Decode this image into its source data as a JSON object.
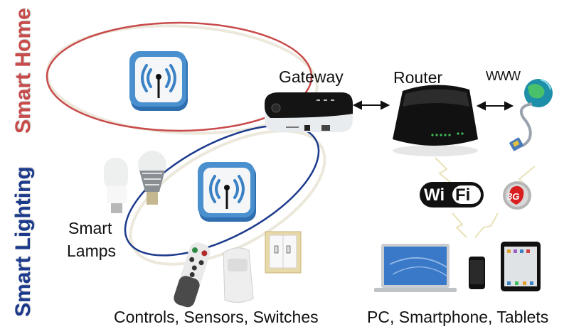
{
  "sections": {
    "smart_home": {
      "label": "Smart Home",
      "color": "#c84b4b"
    },
    "smart_lighting": {
      "label": "Smart Lighting",
      "color": "#1c3a8c"
    }
  },
  "nodes": {
    "gateway": {
      "label": "Gateway"
    },
    "router": {
      "label": "Router"
    },
    "www": {
      "label": "WWW"
    },
    "smart_lamps": {
      "line1": "Smart",
      "line2": "Lamps"
    },
    "controls": {
      "label": "Controls, Sensors, Switches"
    },
    "devices": {
      "label": "PC, Smartphone, Tablets"
    }
  },
  "badges": {
    "wifi": {
      "left": "Wi",
      "right": "Fi"
    },
    "cellular": {
      "label": "3G"
    }
  },
  "colors": {
    "home_ellipse": "#c84b4b",
    "lighting_ellipse": "#1c3a8c",
    "halo": "#ece8dc",
    "wireless_icon": "#3b82c4",
    "lightning": "#e8e2b8"
  }
}
